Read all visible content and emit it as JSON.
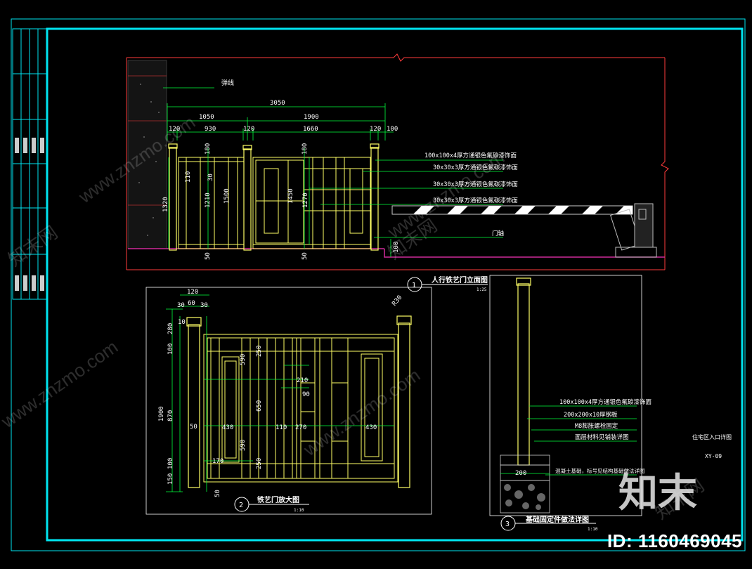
{
  "elevation": {
    "ref_label": "弹线",
    "dim_total": "3050",
    "dim_left": "1050",
    "dim_right": "1900",
    "dim_120a": "120",
    "dim_930": "930",
    "dim_120b": "120",
    "dim_1660": "1660",
    "dim_120c": "120",
    "dim_100": "100",
    "dim_180a": "180",
    "dim_180b": "180",
    "dim_1320": "1320",
    "dim_110": "110",
    "dim_30": "30",
    "dim_1210": "1210",
    "dim_1500": "1500",
    "dim_1450": "1450",
    "dim_1270": "1270",
    "dim_50a": "50",
    "dim_50b": "50",
    "dim_100b": "100",
    "note1": "100x100x4厚方通银色氟碳漆饰面",
    "note2": "30x30x3厚方通银色氟碳漆饰面",
    "note3": "30x30x3厚方通银色氟碳漆饰面",
    "note4": "30x30x3厚方通银色氟碳漆饰面",
    "note5": "门轴",
    "callout_no": "1",
    "title": "人行铁艺门立面图",
    "scale": "1:25"
  },
  "detail": {
    "top_120": "120",
    "top_60": "60",
    "top_30a": "30",
    "top_30b": "30",
    "r30": "R30",
    "d1900": "1900",
    "d280": "280",
    "d100a": "100",
    "d870": "870",
    "d100b": "100",
    "d150": "150",
    "d10": "10",
    "d50a": "50",
    "d590a": "590",
    "d250a": "250",
    "d650": "650",
    "d590b": "590",
    "d250b": "250",
    "d430a": "430",
    "d270": "270",
    "d430b": "430",
    "d110": "110",
    "d210": "210",
    "d90": "90",
    "d170": "170",
    "d50b": "50",
    "callout_no": "2",
    "title": "铁艺门放大图",
    "scale": "1:10"
  },
  "foundation": {
    "note1": "100x100x4厚方通银色氟碳漆饰面",
    "note2": "200x200x10厚钢板",
    "note3": "M8膨胀螺栓固定",
    "note4": "面层材料见铺装详图",
    "note5": "混凝土基础，标号见结构基础做法详图",
    "dim_200": "200",
    "callout_no": "3",
    "title": "基础固定件做法详图",
    "scale": "1:10"
  },
  "titleblock": {
    "name": "住宅区入口详图",
    "code": "XY-09"
  },
  "watermark": {
    "site": "www.znzmo.com",
    "cn": "知末网",
    "logo": "知末",
    "id_text": "ID: 1160469045"
  },
  "colors": {
    "frame": "#00e5f0",
    "gate": "#ffff66",
    "dim": "#00ff3c",
    "wall": "#ff3b3b",
    "ground": "#d02a9a",
    "text": "#ffffff"
  }
}
